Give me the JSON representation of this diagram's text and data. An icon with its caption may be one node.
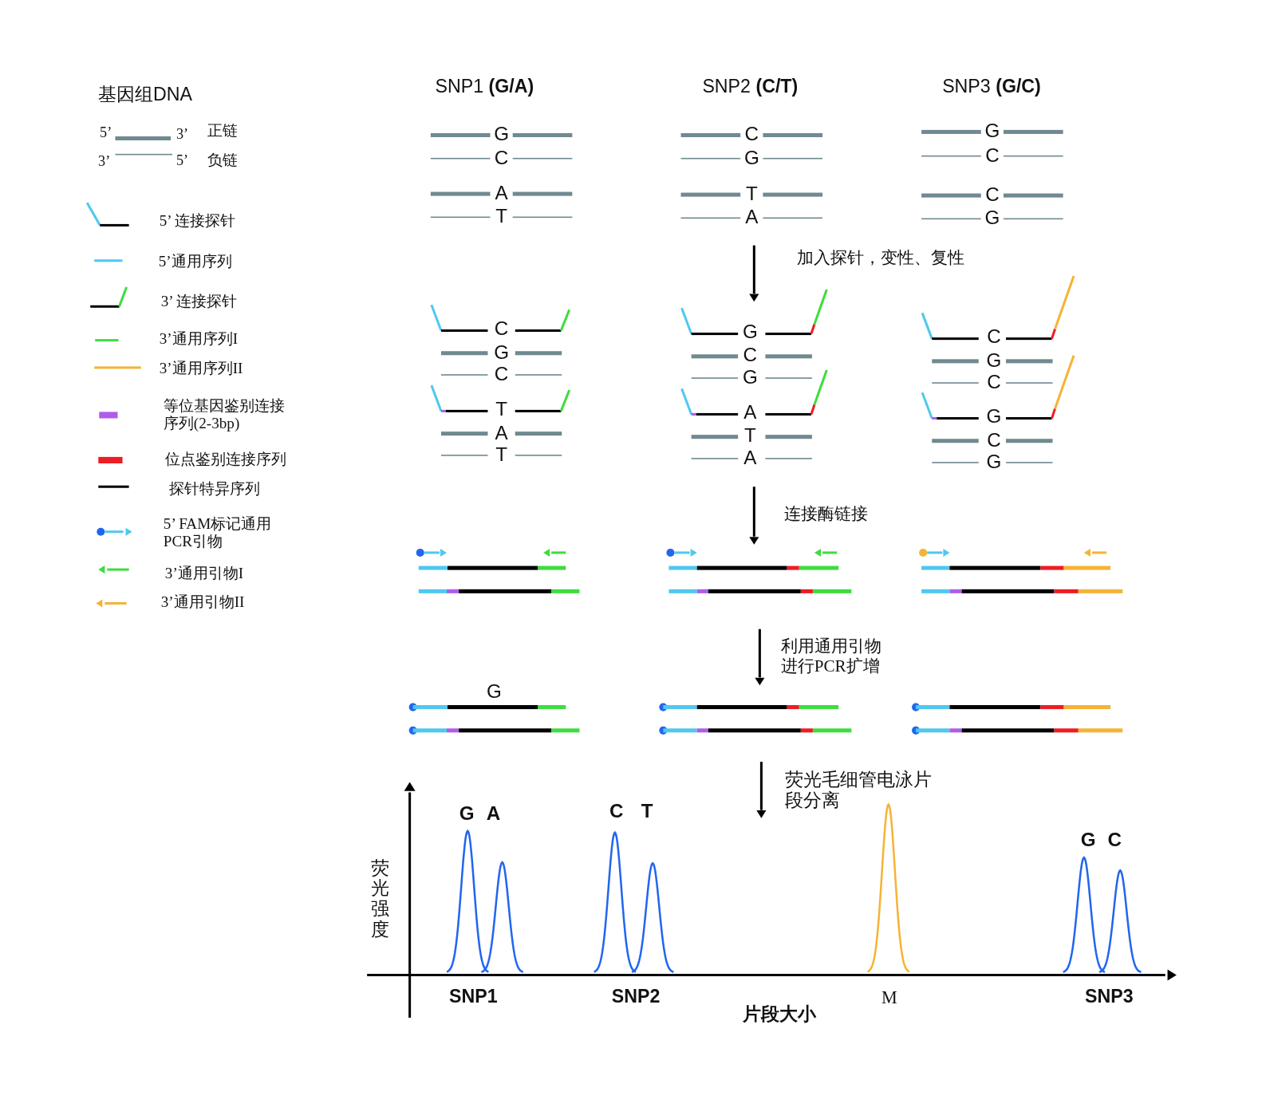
{
  "diagram": {
    "labels": [
      "基因组DNA",
      "5’",
      "3’",
      "3’",
      "5’",
      "SNP1 **(G/A)**",
      "SNP2 **(C/T)**",
      "SNP3 **(G/C)**",
      "G",
      "C",
      "A",
      "T",
      "C",
      "G",
      "T",
      "A",
      "G",
      "C",
      "C",
      "G",
      "加入探针，变性、复性",
      "C",
      "G",
      "C",
      "T",
      "A",
      "T",
      "G",
      "C",
      "G",
      "A",
      "T",
      "A",
      "C",
      "G",
      "C",
      "G",
      "C",
      "G",
      "连接酶链接",
      "利用通用引物进行PCR扩增",
      "G",
      "荧光毛细管电泳片段分离",
      "G",
      "A",
      "C",
      "T",
      "G",
      "C",
      "荧光强度",
      "SNP1",
      "SNP2",
      "M",
      "SNP3",
      "片段大小"
    ],
    "legend": [
      {
        "text": "正链"
      },
      {
        "text": "负链"
      },
      {
        "text": "5’ 连接探针"
      },
      {
        "text": "5’通用序列",
        "color": "#4fc8ef"
      },
      {
        "text": "3’ 连接探针"
      },
      {
        "text": "3’通用序列I",
        "color": "#3fdc3f"
      },
      {
        "text": "3’通用序列II",
        "color": "#f5b335"
      },
      {
        "text": "等位基因鉴别连接序列(2-3bp)",
        "color": "#b05ce8"
      },
      {
        "text": "位点鉴别连接序列",
        "color": "#ee1c24"
      },
      {
        "text": "探针特异序列",
        "color": "#000000"
      },
      {
        "text": "5’ FAM标记通用PCR引物"
      },
      {
        "text": "3’通用引物I"
      },
      {
        "text": "3’通用引物II"
      }
    ]
  }
}
